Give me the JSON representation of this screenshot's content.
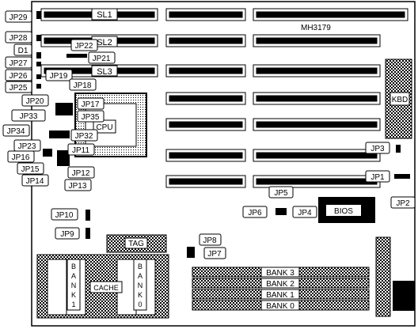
{
  "board": {
    "model": "MH3179"
  },
  "expansion_slots": {
    "sl1": "SL1",
    "sl2": "SL2",
    "sl3": "SL3"
  },
  "connectors": {
    "kbd": "KBD"
  },
  "chips": {
    "cpu": "CPU",
    "bios": "BIOS",
    "tag": "TAG",
    "cache": "CACHE"
  },
  "memory": {
    "bank3": "BANK 3",
    "bank2": "BANK 2",
    "bank1": "BANK 1",
    "bank0": "BANK 0",
    "cache_bank1": [
      "B",
      "A",
      "N",
      "K",
      "1"
    ],
    "cache_bank0": [
      "B",
      "A",
      "N",
      "K",
      "0"
    ]
  },
  "jumpers": {
    "jp1": "JP1",
    "jp2": "JP2",
    "jp3": "JP3",
    "jp4": "JP4",
    "jp5": "JP5",
    "jp6": "JP6",
    "jp7": "JP7",
    "jp8": "JP8",
    "jp9": "JP9",
    "jp10": "JP10",
    "jp11": "JP11",
    "jp12": "JP12",
    "jp13": "JP13",
    "jp14": "JP14",
    "jp15": "JP15",
    "jp16": "JP16",
    "jp17": "JP17",
    "jp18": "JP18",
    "jp19": "JP19",
    "jp20": "JP20",
    "jp21": "JP21",
    "jp22": "JP22",
    "jp23": "JP23",
    "jp25": "JP25",
    "jp26": "JP26",
    "jp27": "JP27",
    "jp28": "JP28",
    "jp29": "JP29",
    "jp32": "JP32",
    "jp33": "JP33",
    "jp34": "JP34",
    "jp35": "JP35",
    "d1": "D1"
  }
}
